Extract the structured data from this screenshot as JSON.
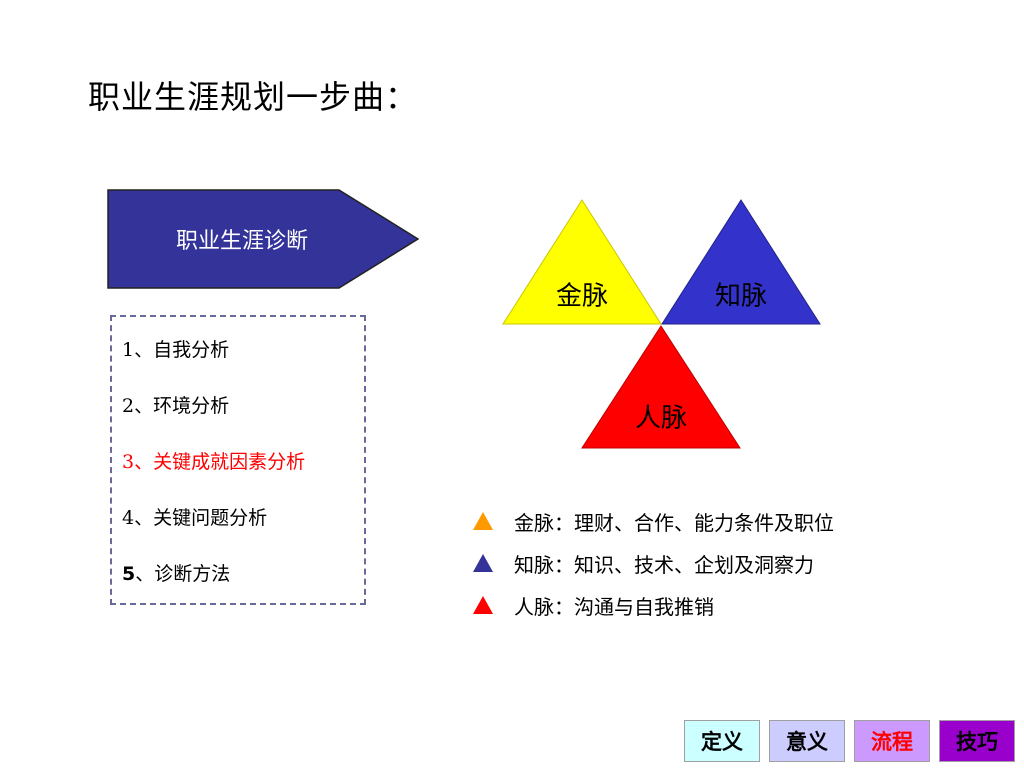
{
  "slide": {
    "title": "职业生涯规划一步曲：",
    "diagnosis_label": "职业生涯诊断",
    "steps": [
      {
        "num": "1",
        "label": "、自我分析"
      },
      {
        "num": "2",
        "label": "、环境分析"
      },
      {
        "num": "3",
        "label": "、关键成就因素分析"
      },
      {
        "num": "4",
        "label": "、关键问题分析"
      },
      {
        "num": "5",
        "label": "、诊断方法"
      }
    ],
    "triangles": {
      "gold": "金脉",
      "knowledge": "知脉",
      "people": "人脉"
    },
    "legend": [
      "金脉：理财、合作、能力条件及职位",
      "知脉：知识、技术、企划及洞察力",
      "人脉：沟通与自我推销"
    ],
    "nav": [
      {
        "label": "定义"
      },
      {
        "label": "意义"
      },
      {
        "label": "流程"
      },
      {
        "label": "技巧"
      }
    ]
  },
  "colors": {
    "arrow_fill": "#333399",
    "gold_triangle": "#ffff00",
    "knowledge_triangle": "#3333cc",
    "people_triangle": "#ff0000",
    "legend_gold_marker": "#ff9900",
    "legend_knowledge_marker": "#333399",
    "legend_people_marker": "#ff0000",
    "highlight_text": "#ff0000",
    "nav_define_bg": "#ccffff",
    "nav_meaning_bg": "#ccccff",
    "nav_flow_bg": "#cc99ff",
    "nav_flow_text": "#ff0000",
    "nav_skill_bg": "#9900cc"
  }
}
